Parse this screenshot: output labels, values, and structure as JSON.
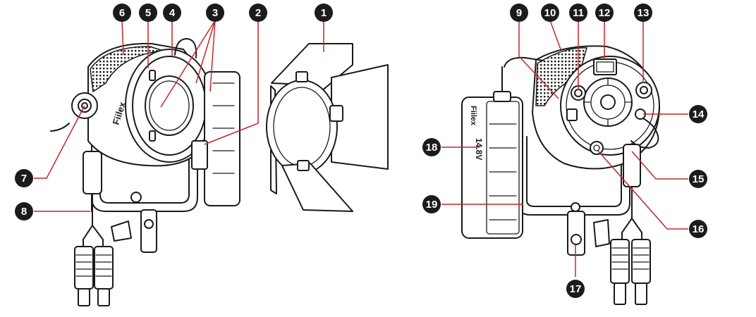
{
  "brand_text": "Fiilex",
  "battery_brand_text": "Fiilex",
  "battery_voltage_text": "14.8V",
  "callouts": [
    {
      "num": "1"
    },
    {
      "num": "2"
    },
    {
      "num": "3"
    },
    {
      "num": "4"
    },
    {
      "num": "5"
    },
    {
      "num": "6"
    },
    {
      "num": "7"
    },
    {
      "num": "8"
    },
    {
      "num": "9"
    },
    {
      "num": "10"
    },
    {
      "num": "11"
    },
    {
      "num": "12"
    },
    {
      "num": "13"
    },
    {
      "num": "14"
    },
    {
      "num": "15"
    },
    {
      "num": "16"
    },
    {
      "num": "17"
    },
    {
      "num": "18"
    },
    {
      "num": "19"
    }
  ],
  "colors": {
    "leader": "#c6252b",
    "badge": "#1b1b1b",
    "linework": "#1a1a1a"
  }
}
